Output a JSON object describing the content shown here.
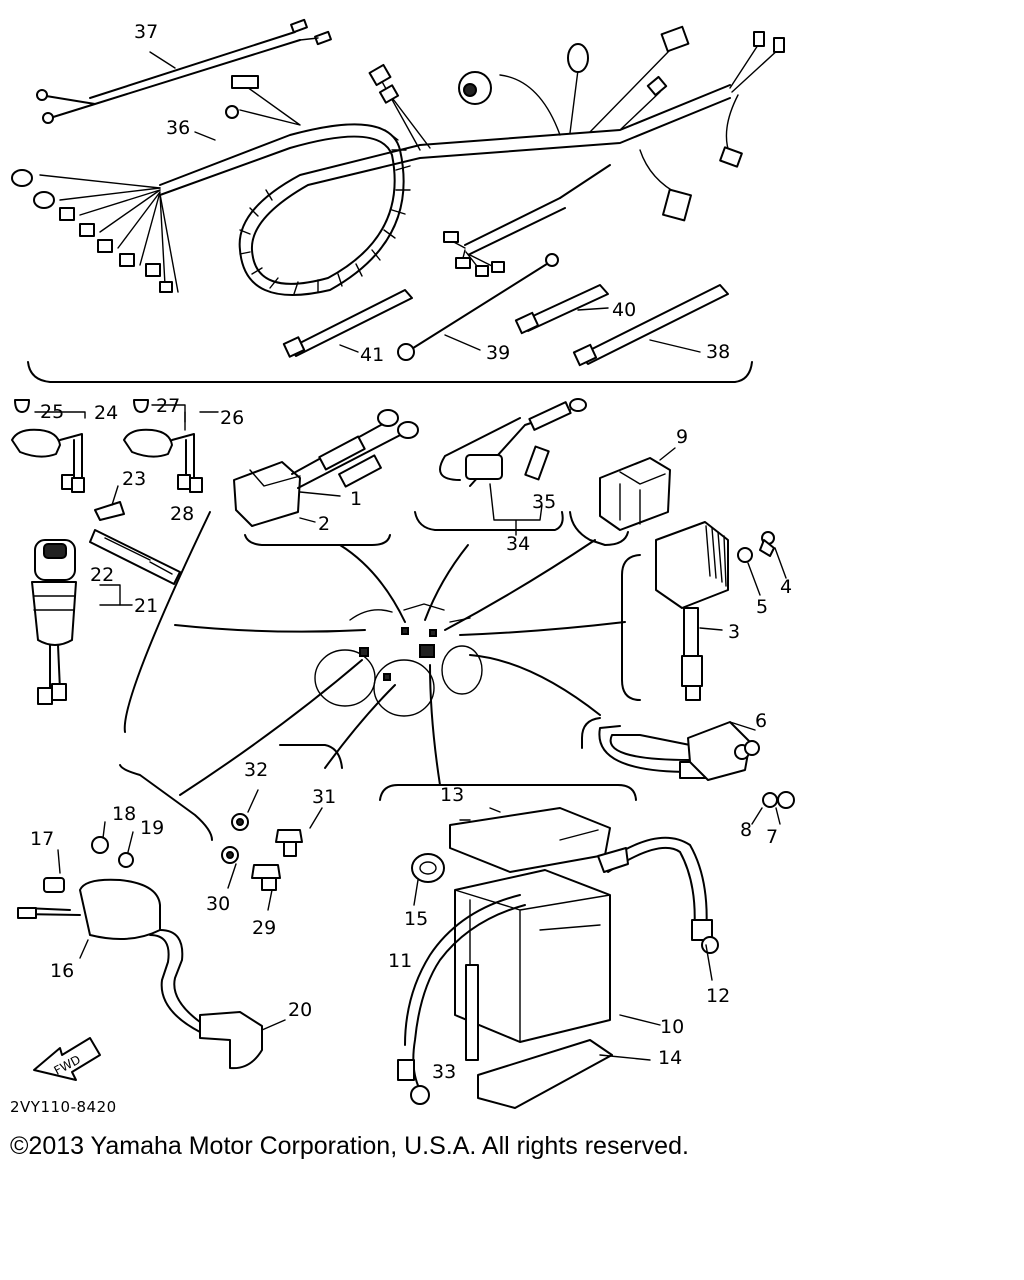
{
  "diagram": {
    "code": "2VY110-8420",
    "copyright": "©2013 Yamaha Motor Corporation, U.S.A. All rights reserved.",
    "fwd_label": "FWD",
    "part_labels": [
      "1",
      "2",
      "3",
      "4",
      "5",
      "6",
      "7",
      "8",
      "9",
      "10",
      "11",
      "12",
      "13",
      "14",
      "15",
      "16",
      "17",
      "18",
      "19",
      "20",
      "21",
      "22",
      "23",
      "24",
      "25",
      "26",
      "27",
      "28",
      "29",
      "30",
      "31",
      "32",
      "33",
      "34",
      "35",
      "36",
      "37",
      "38",
      "39",
      "40",
      "41"
    ]
  }
}
